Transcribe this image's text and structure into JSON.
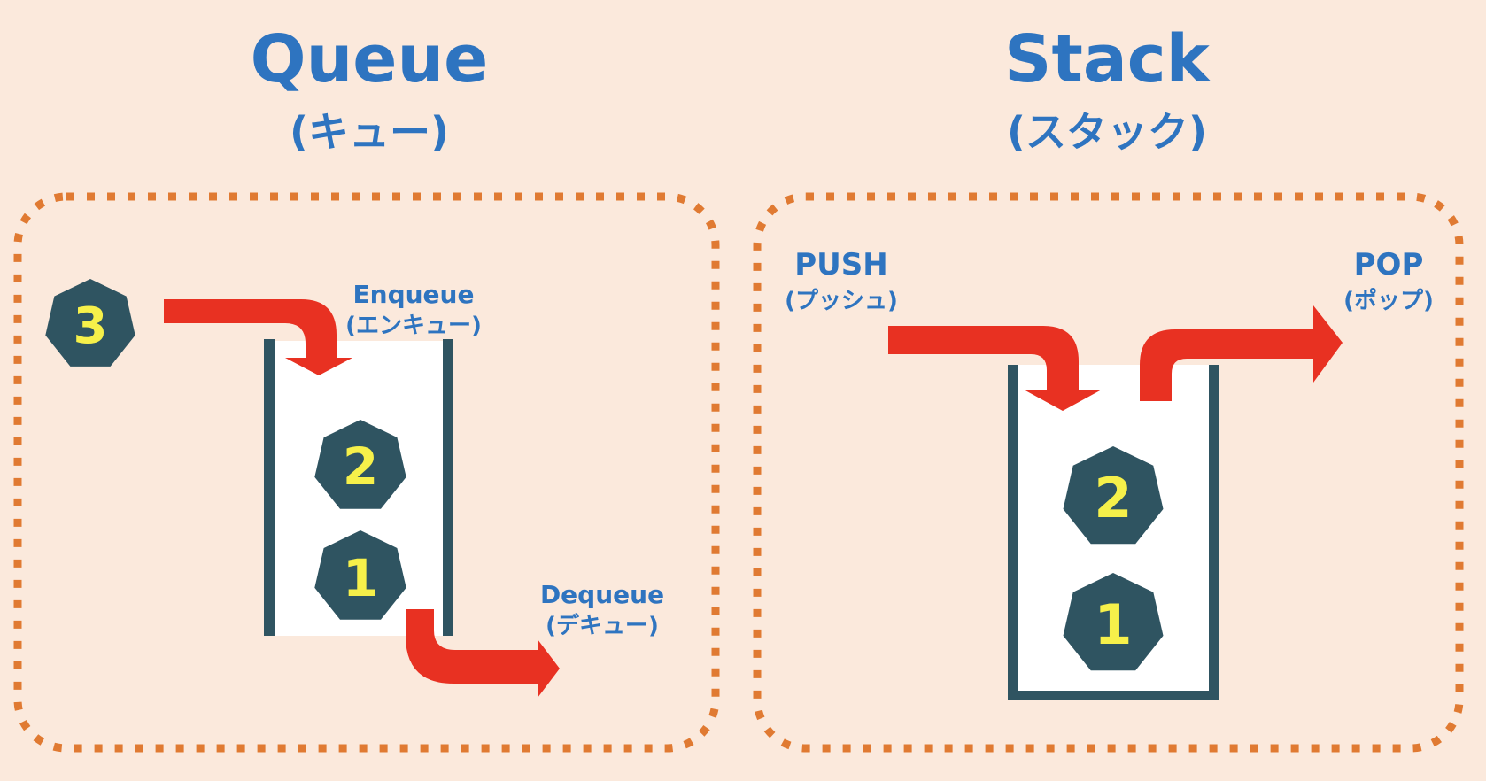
{
  "colors": {
    "background": "#fbe9dc",
    "title": "#2e74c0",
    "dotted_border": "#e07a32",
    "arrow": "#e83122",
    "container_wall": "#2f5461",
    "container_fill": "#ffffff",
    "item_fill": "#2f5461",
    "item_text": "#f6f04a"
  },
  "queue": {
    "title": "Queue",
    "subtitle": "(キュー)",
    "enqueue_label": "Enqueue",
    "enqueue_sub": "(エンキュー)",
    "dequeue_label": "Dequeue",
    "dequeue_sub": "(デキュー)",
    "incoming_item": "3",
    "items": [
      "2",
      "1"
    ]
  },
  "stack": {
    "title": "Stack",
    "subtitle": "(スタック)",
    "push_label": "PUSH",
    "push_sub": "(プッシュ)",
    "pop_label": "POP",
    "pop_sub": "(ポップ)",
    "items": [
      "2",
      "1"
    ]
  }
}
